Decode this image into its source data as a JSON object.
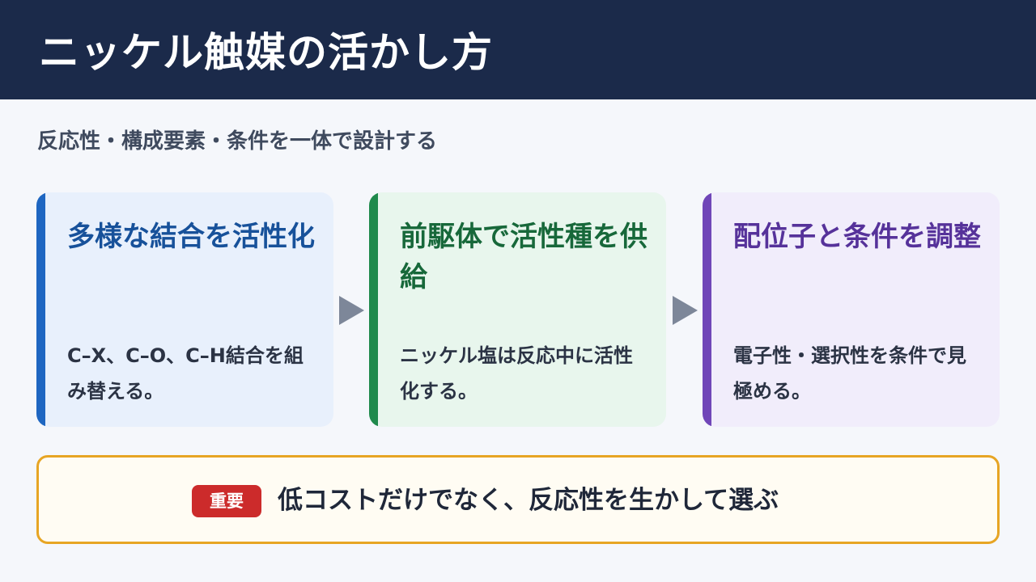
{
  "header": {
    "title": "ニッケル触媒の活かし方"
  },
  "subtitle": "反応性・構成要素・条件を一体で設計する",
  "cards": [
    {
      "title": "多様な結合を活性化",
      "body": "C–X、C–O、C–H結合を組み替える。",
      "accent_color": "#1e66c1"
    },
    {
      "title": "前駆体で活性種を供給",
      "body": "ニッケル塩は反応中に活性化する。",
      "accent_color": "#1f8a4c"
    },
    {
      "title": "配位子と条件を調整",
      "body": "電子性・選択性を条件で見極める。",
      "accent_color": "#7046b8"
    }
  ],
  "callout": {
    "badge": "重要",
    "text": "低コストだけでなく、反応性を生かして選ぶ",
    "border_color": "#e7a524",
    "badge_color": "#cc2b2b"
  },
  "icons": {
    "flow_arrow": "right-triangle-icon"
  }
}
